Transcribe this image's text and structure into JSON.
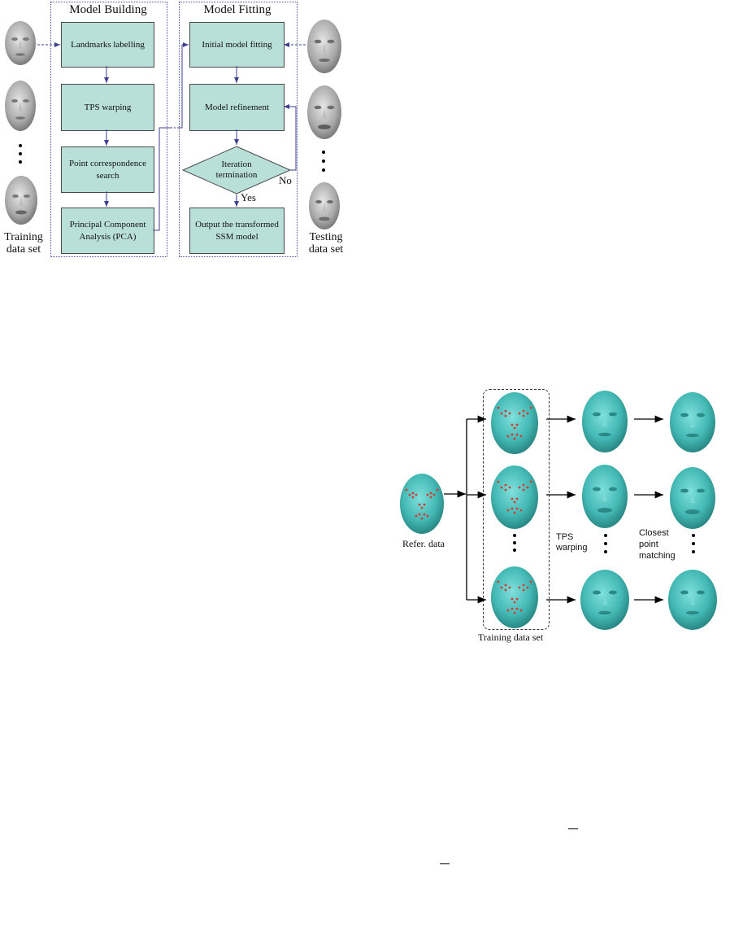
{
  "flowchart": {
    "model_building": {
      "title": "Model Building",
      "steps": [
        "Landmarks labelling",
        "TPS warping",
        "Point correspondence search",
        "Principal Component Analysis (PCA)"
      ]
    },
    "model_fitting": {
      "title": "Model Fitting",
      "steps": [
        "Initial model fitting",
        "Model refinement",
        "Output the transformed SSM model"
      ],
      "decision": "Iteration termination",
      "yes_label": "Yes",
      "no_label": "No"
    },
    "training_label": "Training data set",
    "testing_label": "Testing data set"
  },
  "correspondence": {
    "reference_label": "Refer. data",
    "training_label": "Training data set",
    "tps_label": "TPS warping",
    "closest_label": "Closest point matching"
  },
  "colors": {
    "flow_box": "#b9e0d8",
    "arrow": "#3d3f92",
    "face_teal": "#43b8b4",
    "landmark": "#d43a2f"
  }
}
